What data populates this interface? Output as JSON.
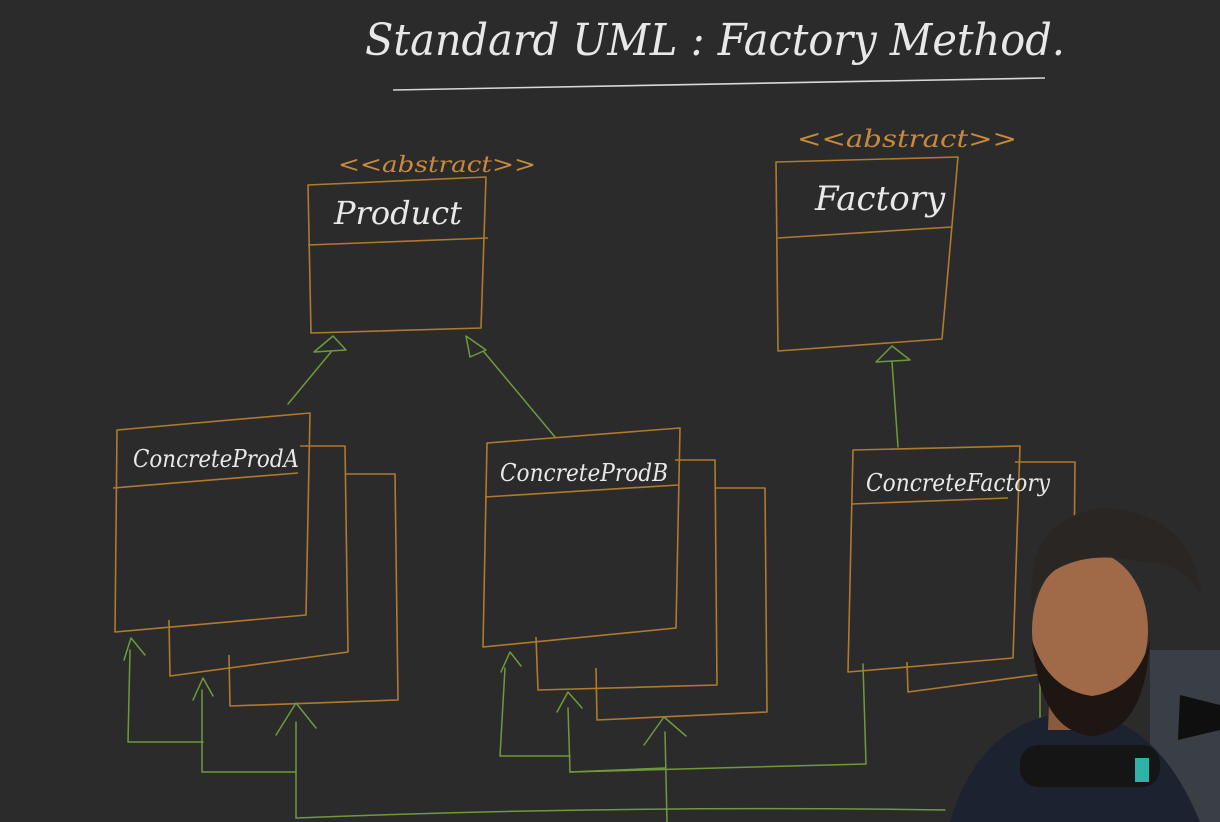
{
  "title": "Standard UML : Factory Method.",
  "colors": {
    "board": "#2b2b2b",
    "chalk": "#e8e8e8",
    "box_outline": "#b07a2e",
    "arrow": "#6f9a3c",
    "stereotype": "#c8893a"
  },
  "classes": {
    "product": {
      "stereotype": "<<abstract>>",
      "name": "Product"
    },
    "factory": {
      "stereotype": "<<abstract>>",
      "name": "Factory"
    },
    "concrete_prod_a": {
      "name": "ConcreteProdA"
    },
    "concrete_prod_b": {
      "name": "ConcreteProdB"
    },
    "concrete_factory": {
      "name": "ConcreteFactory"
    }
  }
}
